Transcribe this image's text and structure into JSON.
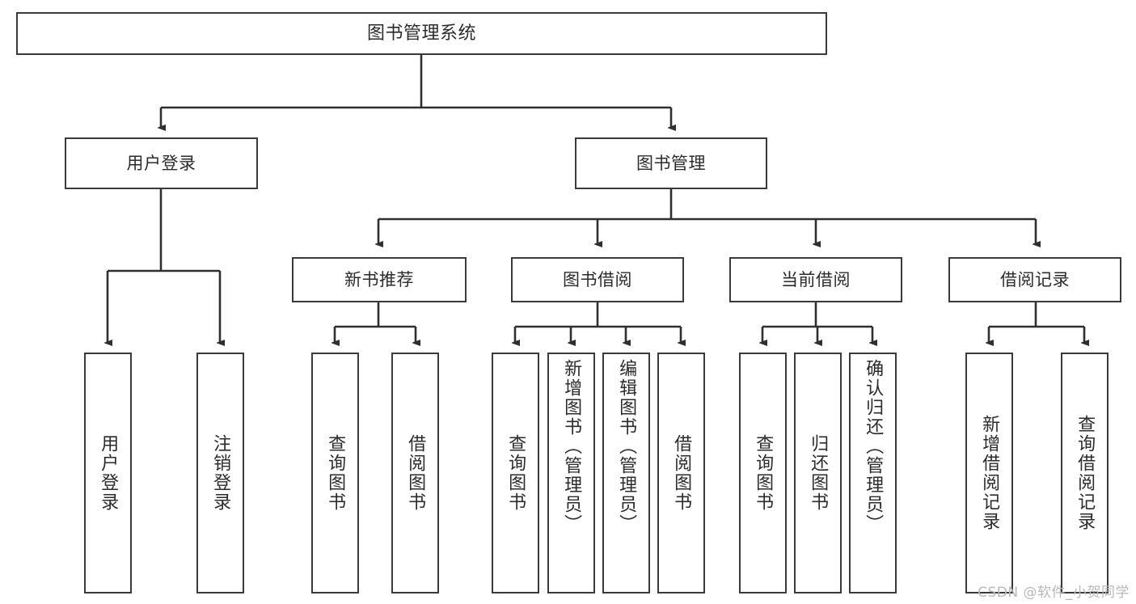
{
  "diagram": {
    "title": "图书管理系统",
    "type": "tree",
    "watermark": "CSDN @软件_小贺同学",
    "colors": {
      "box_border": "#3a3a3a",
      "box_fill": "#ffffff",
      "connector": "#2f2f2f",
      "text": "#2b2b2b",
      "watermark": "#b8b8b8",
      "background": "#ffffff"
    },
    "levels": {
      "root": "图书管理系统",
      "level1": [
        "用户登录",
        "图书管理"
      ],
      "level2": [
        "新书推荐",
        "图书借阅",
        "当前借阅",
        "借阅记录"
      ]
    },
    "nodes": {
      "root": {
        "label": "图书管理系统"
      },
      "user_login": {
        "label": "用户登录"
      },
      "book_manage": {
        "label": "图书管理"
      },
      "new_book_rec": {
        "label": "新书推荐"
      },
      "book_borrow": {
        "label": "图书借阅"
      },
      "current_borrow": {
        "label": "当前借阅"
      },
      "borrow_record": {
        "label": "借阅记录"
      }
    },
    "leaves": {
      "user_login": [
        {
          "label": "用户登录"
        },
        {
          "label": "注销登录"
        }
      ],
      "new_book_rec": [
        {
          "label": "查询图书"
        },
        {
          "label": "借阅图书"
        }
      ],
      "book_borrow": [
        {
          "label": "查询图书"
        },
        {
          "label": "新增图书（管理员）"
        },
        {
          "label": "编辑图书（管理员）"
        },
        {
          "label": "借阅图书"
        }
      ],
      "current_borrow": [
        {
          "label": "查询图书"
        },
        {
          "label": "归还图书"
        },
        {
          "label": "确认归还（管理员）"
        }
      ],
      "borrow_record": [
        {
          "label": "新增借阅记录"
        },
        {
          "label": "查询借阅记录"
        }
      ]
    }
  }
}
